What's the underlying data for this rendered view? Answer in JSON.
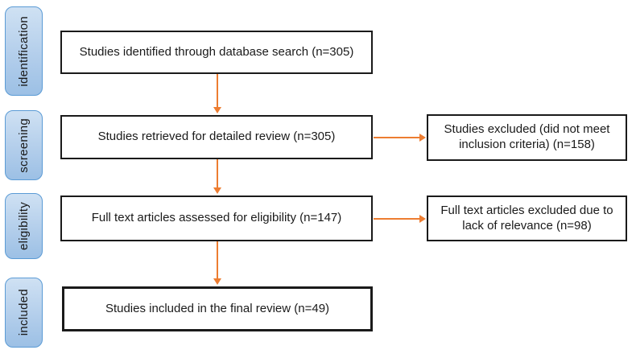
{
  "diagram": {
    "type": "prisma-flowchart",
    "stages": [
      {
        "label": "identification"
      },
      {
        "label": "screening"
      },
      {
        "label": "eligibility"
      },
      {
        "label": "included"
      }
    ],
    "main_boxes": [
      {
        "text": "Studies identified through database search (n=305)"
      },
      {
        "text": "Studies retrieved for detailed review (n=305)"
      },
      {
        "text": "Full text articles assessed for eligibility (n=147)"
      },
      {
        "text": "Studies included in the final review (n=49)"
      }
    ],
    "side_boxes": [
      {
        "lines": [
          "Studies excluded (did not meet",
          "inclusion criteria) (n=158)"
        ]
      },
      {
        "lines": [
          "Full text articles excluded due to",
          "lack of relevance (n=98)"
        ]
      }
    ],
    "colors": {
      "arrow": "#ED7D31",
      "stage_border": "#5B9BD5",
      "stage_fill_top": "#CFE1F3",
      "stage_fill_bottom": "#9CC0E5",
      "box_border": "#1A1A1A",
      "text": "#1A1A1A",
      "background": "#FFFFFF"
    }
  }
}
